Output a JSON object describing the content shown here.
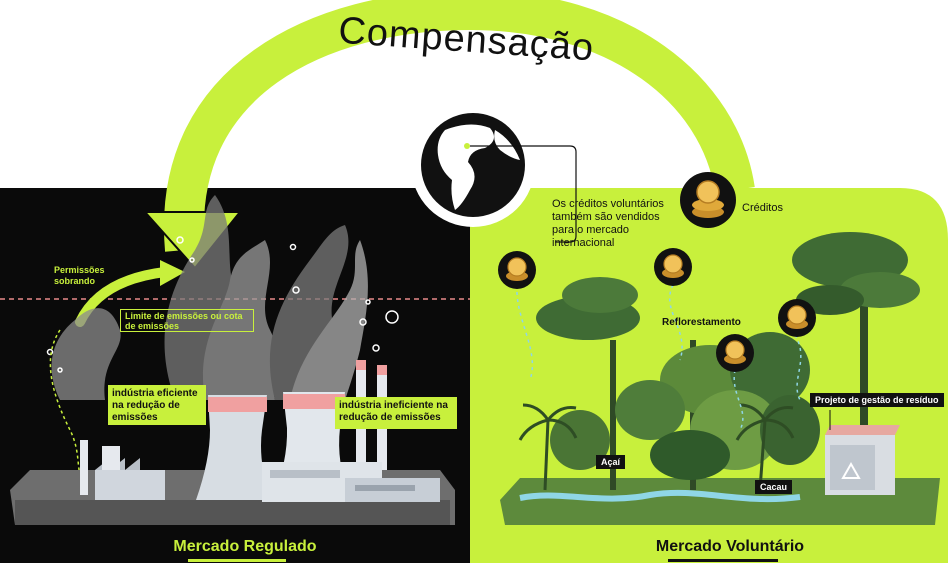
{
  "arc_title": "Compensação",
  "regulated": {
    "title": "Mercado Regulado",
    "permits_label": "Permissões sobrando",
    "limit_label": "Limite de emissões ou cota de emissões",
    "efficient_label": "indústria eficiente na redução de emissões",
    "inefficient_label": "indústria ineficiente na redução de emissões"
  },
  "voluntary": {
    "title": "Mercado Voluntário",
    "credits_label": "Créditos",
    "international_label": "Os créditos voluntários também são vendidos para o mercado internacional",
    "reforestation_label": "Reflorestamento",
    "waste_label": "Projeto de gestão de resíduo",
    "acai_label": "Açaí",
    "cacau_label": "Cacau"
  },
  "colors": {
    "lime": "#c8f03c",
    "dark": "#0a0a0a",
    "forest": "#3f6b34",
    "coin": "#e0a93a"
  }
}
